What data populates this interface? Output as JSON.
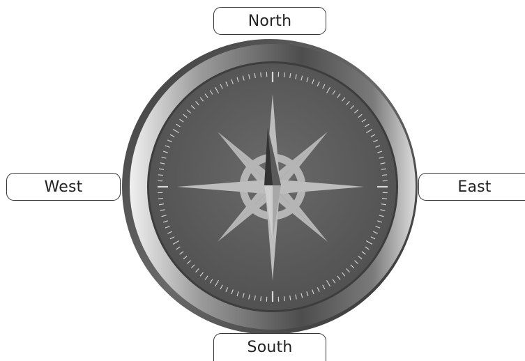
{
  "directions": {
    "north": "North",
    "south": "South",
    "west": "West",
    "east": "East"
  },
  "colors": {
    "bezel_light": "#d6d6d6",
    "bezel_dark": "#4a4a4a",
    "face": "#5e5e5e",
    "face_dark": "#4e4e4e",
    "star_points": "#b8b8b8",
    "needle_dark": "#3a3a3a",
    "needle_light": "#c8c8c8",
    "ticks": "#d8d8d8",
    "label_border": "#333333"
  },
  "icons": [
    "compass-rose-icon",
    "compass-needle-icon"
  ]
}
